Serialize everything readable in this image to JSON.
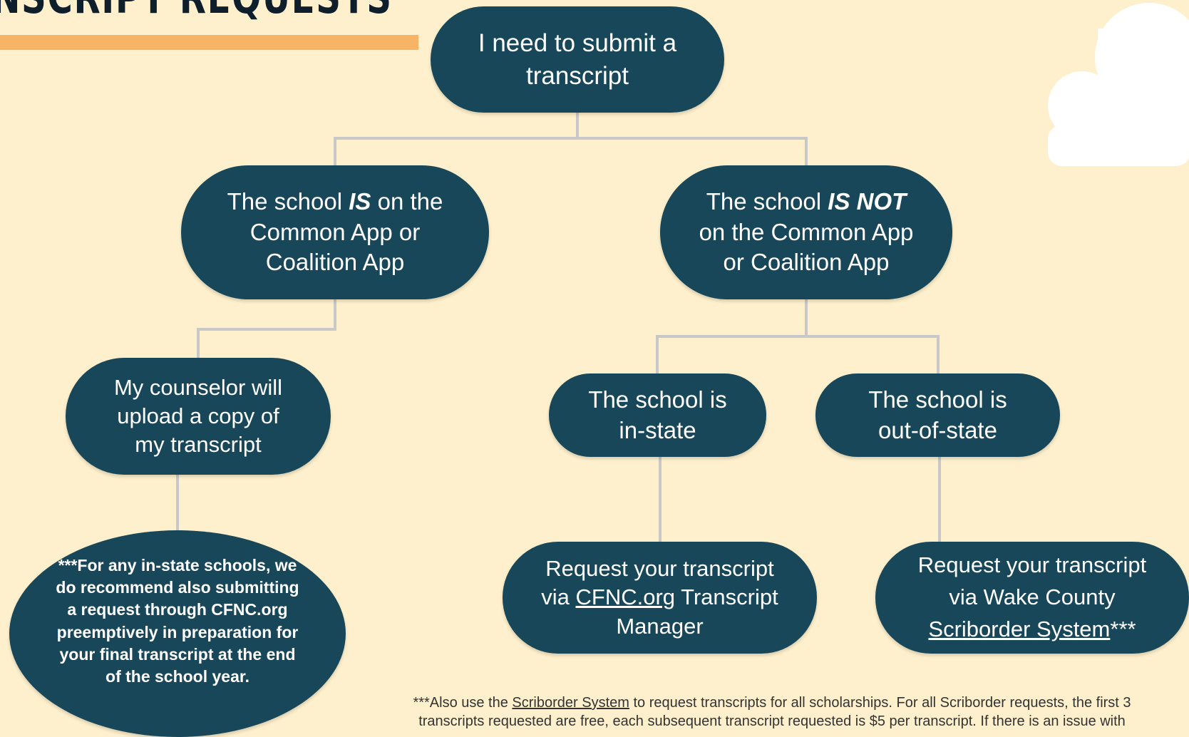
{
  "title": "NSCRIPT REQUESTS",
  "colors": {
    "background": "#fef0cc",
    "node": "#18475a",
    "accent_bar": "#f7b366",
    "connector": "#c8c8c8"
  },
  "nodes": {
    "root": {
      "text": "I need to submit a transcript"
    },
    "on_app": {
      "pre": "The school ",
      "em": "IS",
      "post": " on the Common App or Coalition App"
    },
    "not_on_app": {
      "pre": "The school ",
      "em": "IS NOT",
      "post": " on the Common App or Coalition App"
    },
    "counselor": {
      "text": "My counselor will upload a copy of my transcript"
    },
    "in_state": {
      "text": "The school is in-state"
    },
    "out_of_state": {
      "text": "The school is out-of-state"
    },
    "note": {
      "text": "***For any in-state schools, we do recommend also submitting a request through CFNC.org preemptively in preparation for your final transcript at the end of the school year."
    },
    "cfnc": {
      "pre": "Request your transcript via ",
      "link": "CFNC.org",
      "post": " Transcript Manager"
    },
    "wake": {
      "pre": "Request your transcript via Wake County ",
      "link": "Scriborder System",
      "post": "***"
    }
  },
  "footnote": {
    "pre": "***Also use the ",
    "link": "Scriborder System",
    "post": " to request transcripts for all scholarships.  For all Scriborder requests, the first 3",
    "line2": "transcripts requested are free, each subsequent transcript requested is $5 per transcript.  If there is an issue with"
  }
}
